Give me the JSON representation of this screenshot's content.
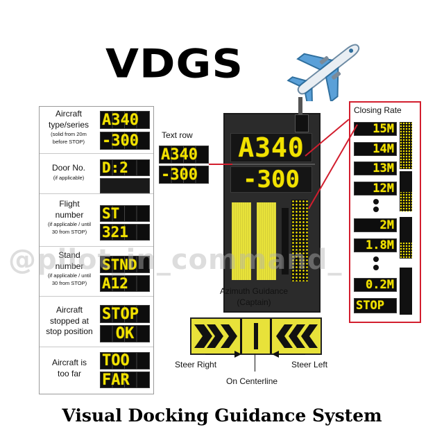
{
  "title": "VDGS",
  "subtitle": "Visual Docking Guidance System",
  "watermark": "@pilot_in_command_",
  "left_panel": [
    {
      "label": "Aircraft\ntype/series",
      "note": "(solid from 20m\nbefore STOP)",
      "displays": [
        "A340",
        "-300"
      ]
    },
    {
      "label": "Door No.",
      "note": "(if applicable)",
      "displays": [
        "D:2",
        ""
      ]
    },
    {
      "label": "Flight\nnumber",
      "note": "(if applicable / until\n30 from STOP)",
      "displays": [
        "ST",
        "321"
      ]
    },
    {
      "label": "Stand\nnumber",
      "note": "(if applicable / until\n30 from STOP)",
      "displays": [
        "STND",
        "A12"
      ]
    },
    {
      "label": "Aircraft\nstopped at\nstop position",
      "note": "",
      "displays": [
        "STOP",
        "OK"
      ]
    },
    {
      "label": "Aircraft is\ntoo far",
      "note": "",
      "displays": [
        "TOO",
        "FAR"
      ]
    }
  ],
  "text_row": {
    "label": "Text row",
    "line1": "A340",
    "line2": "-300"
  },
  "main_display": {
    "line1": "A340",
    "line2": "-300"
  },
  "azimuth_label": "Azimuth Guidance\n(Captain)",
  "closing_rate": {
    "label": "Closing Rate",
    "items": [
      "15M",
      "14M",
      "13M",
      "12M",
      "2M",
      "1.8M",
      "0.2M",
      "STOP"
    ]
  },
  "steer": {
    "right": "Steer Right",
    "left": "Steer Left",
    "center": "On Centerline"
  },
  "colors": {
    "amber": "#f2e200",
    "red": "#d21e2e",
    "panel": "#2b2b2b"
  }
}
